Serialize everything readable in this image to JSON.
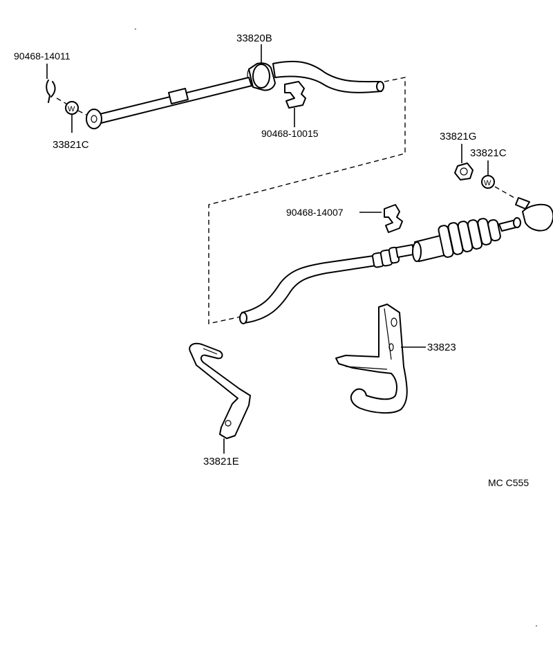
{
  "parts": {
    "cable_assembly": "33820B",
    "clip_top_left": "90468-14011",
    "washer_top_left": "33821C",
    "clip_middle": "90468-10015",
    "nut": "33821G",
    "washer_right": "33821C",
    "clip_lower": "90468-14007",
    "bracket_right": "33823",
    "bracket_left": "33821E"
  },
  "washer_mark": "W",
  "diagram_code": "MC C555"
}
